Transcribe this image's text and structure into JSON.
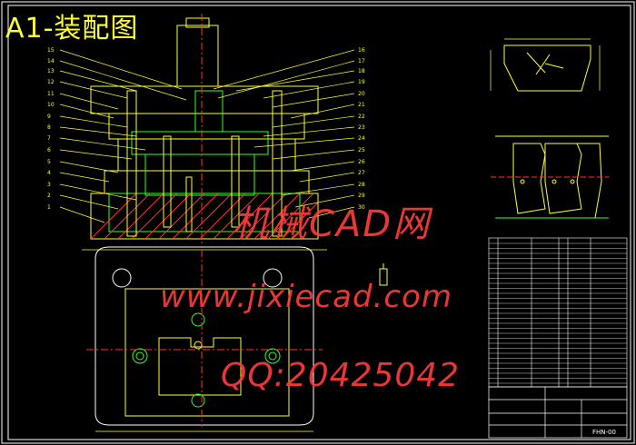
{
  "drawing": {
    "title": "A1-装配图",
    "watermark_name": "机械CAD网",
    "watermark_url": "www.jixiecad.com",
    "watermark_qq": "QQ:20425042",
    "left_callouts": [
      "15",
      "14",
      "13",
      "12",
      "11",
      "10",
      "9",
      "8",
      "7",
      "6",
      "5",
      "4",
      "3",
      "2",
      "1"
    ],
    "right_callouts": [
      "16",
      "17",
      "18",
      "19",
      "20",
      "21",
      "22",
      "23",
      "24",
      "25",
      "26",
      "27",
      "28",
      "29",
      "30"
    ],
    "title_block_code": "FHN-00",
    "colors": {
      "background": "#000000",
      "frame": "#ffffff",
      "outline": "#ffff33",
      "section": "#33ff33",
      "hatch": "#ff3333",
      "leader": "#ffff33",
      "center": "#ff3333",
      "watermark": "#ff3b3b"
    }
  }
}
